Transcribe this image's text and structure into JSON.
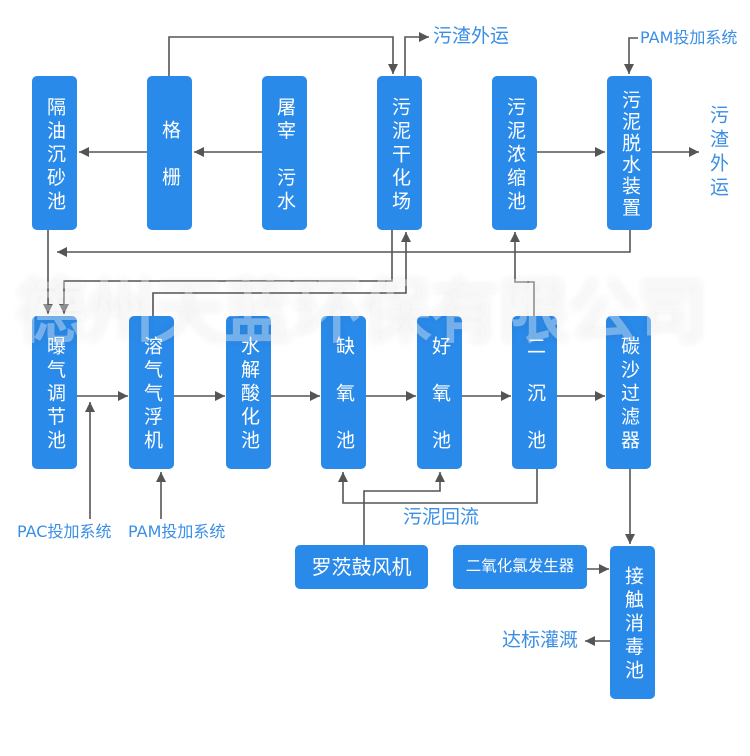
{
  "diagram": {
    "watermark": "德州天蓝环保有限公司",
    "nodes": {
      "oil_grit_tank": "隔油沉砂池",
      "screen": "格　栅",
      "slaughter_wastewater": "屠宰　污水",
      "sludge_drying_bed": "污泥干化场",
      "sludge_thickener": "污泥浓缩池",
      "sludge_dewatering": "污泥脱水装置",
      "aeration_equalization_tank": "曝气调节池",
      "daf_machine": "溶气气浮机",
      "hydrolysis_acidification_tank": "水解酸化池",
      "anoxic_tank": "缺　氧　池",
      "aerobic_tank": "好　氧　池",
      "secondary_clarifier": "二　沉　池",
      "carbon_sand_filter": "碳沙过滤器",
      "roots_blower": "罗茨鼓风机",
      "chlorine_dioxide_generator": "二氧化氯发生器",
      "contact_disinfection_tank": "接触消毒池"
    },
    "annotations": {
      "sludge_residue_out_top": "污渣外运",
      "pam_dosing_top": "PAM投加系统",
      "sludge_residue_out_right": "污渣外运",
      "pac_dosing": "PAC投加系统",
      "pam_dosing_bottom": "PAM投加系统",
      "sludge_return": "污泥回流",
      "discharge_irrigation": "达标灌溉"
    },
    "edges": [
      {
        "from": "slaughter_wastewater",
        "to": "screen"
      },
      {
        "from": "screen",
        "to": "oil_grit_tank"
      },
      {
        "from": "screen",
        "to": "sludge_drying_bed"
      },
      {
        "from": "sludge_drying_bed",
        "to": "sludge_residue_out_top"
      },
      {
        "from": "sludge_thickener",
        "to": "sludge_dewatering"
      },
      {
        "from": "sludge_dewatering",
        "to": "sludge_residue_out_right"
      },
      {
        "from": "pam_dosing_top",
        "to": "sludge_dewatering"
      },
      {
        "from": "sludge_dewatering",
        "to": "aeration_equalization_tank"
      },
      {
        "from": "oil_grit_tank",
        "to": "aeration_equalization_tank"
      },
      {
        "from": "sludge_drying_bed",
        "to": "aeration_equalization_tank"
      },
      {
        "from": "daf_machine",
        "to": "sludge_drying_bed"
      },
      {
        "from": "secondary_clarifier",
        "to": "sludge_thickener"
      },
      {
        "from": "aeration_equalization_tank",
        "to": "daf_machine"
      },
      {
        "from": "daf_machine",
        "to": "hydrolysis_acidification_tank"
      },
      {
        "from": "hydrolysis_acidification_tank",
        "to": "anoxic_tank"
      },
      {
        "from": "anoxic_tank",
        "to": "aerobic_tank"
      },
      {
        "from": "aerobic_tank",
        "to": "secondary_clarifier"
      },
      {
        "from": "secondary_clarifier",
        "to": "carbon_sand_filter"
      },
      {
        "from": "pac_dosing",
        "to": "daf_machine"
      },
      {
        "from": "pam_dosing_bottom",
        "to": "daf_machine"
      },
      {
        "from": "secondary_clarifier",
        "to": "anoxic_tank",
        "label": "sludge_return"
      },
      {
        "from": "roots_blower",
        "to": "aerobic_tank"
      },
      {
        "from": "carbon_sand_filter",
        "to": "contact_disinfection_tank"
      },
      {
        "from": "chlorine_dioxide_generator",
        "to": "contact_disinfection_tank"
      },
      {
        "from": "contact_disinfection_tank",
        "to": "discharge_irrigation"
      }
    ]
  },
  "colors": {
    "node_fill": "#2a8ae9",
    "node_text": "#ffffff",
    "annotation_text": "#3a8ee6",
    "connector": "#555555"
  }
}
